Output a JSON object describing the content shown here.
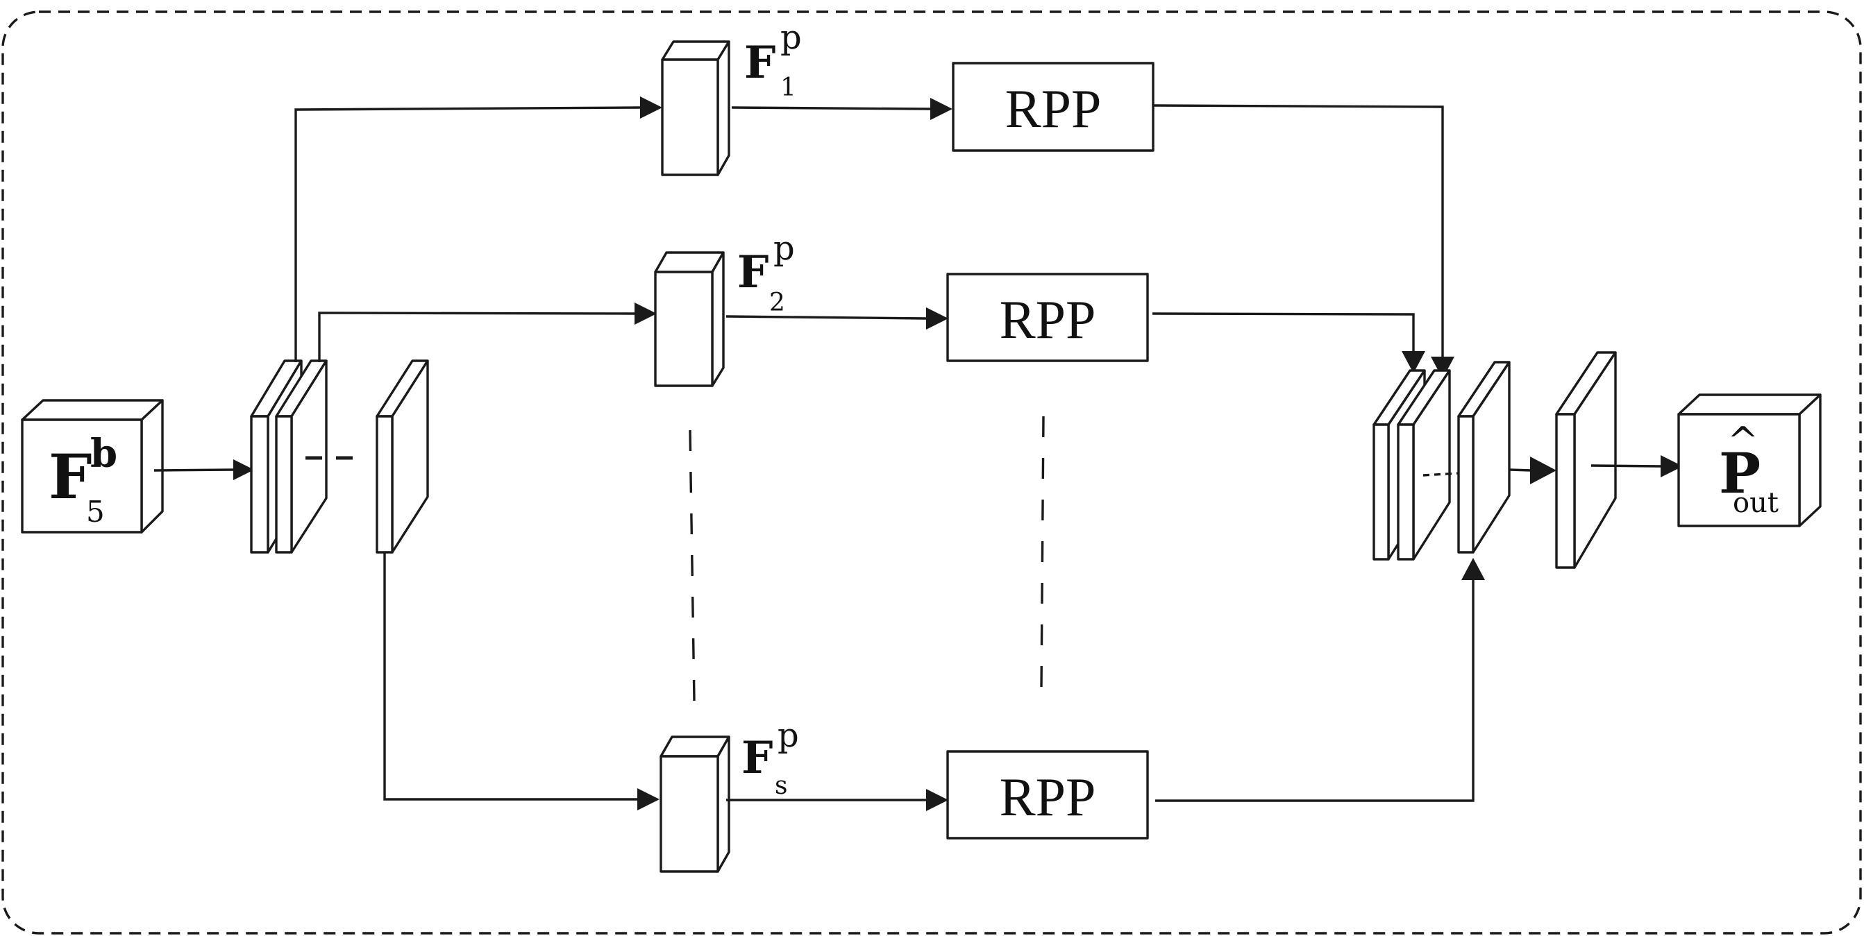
{
  "diagram": {
    "input": {
      "main": "F",
      "sup": "b",
      "sub": "5"
    },
    "branches": [
      {
        "main": "F",
        "sup": "p",
        "sub": "1",
        "block": "RPP"
      },
      {
        "main": "F",
        "sup": "p",
        "sub": "2",
        "block": "RPP"
      },
      {
        "main": "F",
        "sup": "p",
        "sub": "s",
        "block": "RPP"
      }
    ],
    "output": {
      "hat": "^",
      "main": "P",
      "sub": "out"
    }
  }
}
